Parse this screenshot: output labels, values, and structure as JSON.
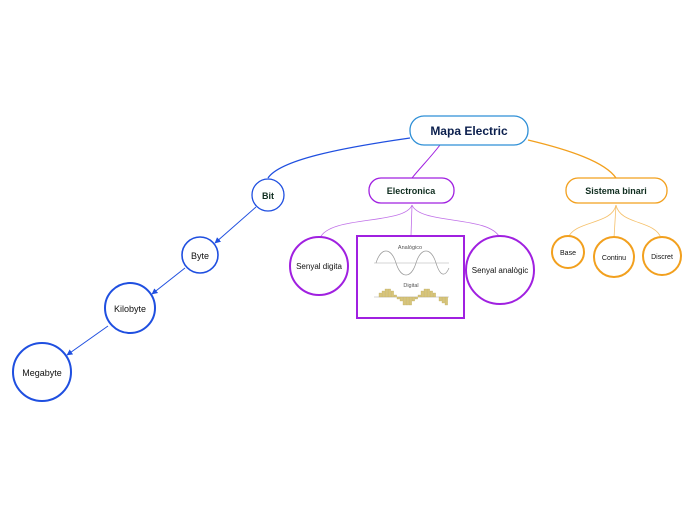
{
  "colors": {
    "root_border": "#2e8fd6",
    "root_text": "#0b1f4d",
    "blue": "#1f4fe0",
    "purple": "#a020e0",
    "orange": "#f2a01e",
    "dark_text": "#0f2d1f",
    "diagram_bar": "#d8c57a",
    "diagram_wave": "#9a9a9a"
  },
  "root": {
    "label": "Mapa Electric"
  },
  "bit_branch": {
    "bit": "Bit",
    "byte": "Byte",
    "kilobyte": "Kilobyte",
    "megabyte": "Megabyte"
  },
  "electronica": {
    "label": "Electronica",
    "left_circle": "Senyal digita",
    "right_circle": "Senyal analògic",
    "image": {
      "analog_label": "Analógico",
      "digital_label": "Digital"
    }
  },
  "sistema": {
    "label": "Sistema binari",
    "items": [
      "Base",
      "Continu",
      "Discret"
    ]
  }
}
